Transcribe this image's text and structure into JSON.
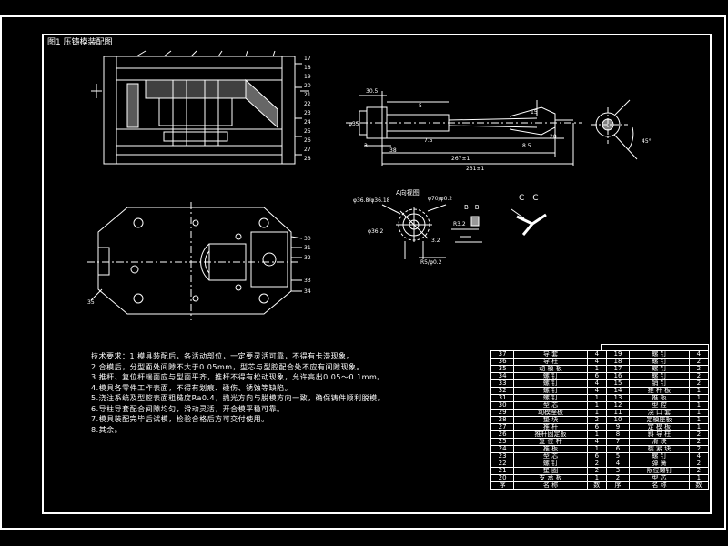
{
  "title_label": "图1 压铸模装配图",
  "section_labels": {
    "a": "A向视图",
    "b": "B－B",
    "c": "C－C"
  },
  "dims": {
    "d1": "30.5",
    "d2": "5",
    "d3": "15",
    "d4": "φ35",
    "d5": "3",
    "d6": "7.5",
    "d7": "20",
    "d8": "8.5",
    "d9": "38",
    "d10": "267±1",
    "d11": "231±1",
    "d12": "45°",
    "d13": "φ36.8/φ36.18",
    "d14": "φ70/φ0.2",
    "d15": "φ36.2",
    "d16": "R3.2",
    "d17": "3.2",
    "d18": "R5/φ0.2"
  },
  "balloons_right": [
    "17",
    "18",
    "19",
    "20",
    "21",
    "22",
    "23",
    "24",
    "25",
    "26",
    "27",
    "28"
  ],
  "balloons_plan": [
    "30",
    "31",
    "32",
    "33",
    "34",
    "35"
  ],
  "notes": [
    "技术要求：1.模具装配后，各活动部位，一定要灵活可靠，不得有卡滞现象。",
    "2.合模后，分型面处间隙不大于0.05mm，型芯与型腔配合处不应有间隙现象。",
    "3.推杆、复位杆端面应与型面平齐，推杆不得有松动现象，允许高出0.05～0.1mm。",
    "4.模具各零件工作表面，不得有划痕、碰伤、锈蚀等缺陷。",
    "5.浇注系统及型腔表面粗糙度Ra0.4，抛光方向与脱模方向一致，确保铸件顺利脱模。",
    "6.导柱导套配合间隙均匀，滑动灵活，开合模平稳可靠。",
    "7.模具装配完毕后试模，检验合格后方可交付使用。",
    "8.其余。"
  ],
  "bom_rows": [
    {
      "a": "37",
      "b": "导 套",
      "c": "4",
      "d": "19",
      "e": "螺 钉",
      "f": "4"
    },
    {
      "a": "36",
      "b": "导 柱",
      "c": "4",
      "d": "18",
      "e": "螺 钉",
      "f": "2"
    },
    {
      "a": "35",
      "b": "动 模 板",
      "c": "1",
      "d": "17",
      "e": "螺 钉",
      "f": "2"
    },
    {
      "a": "34",
      "b": "螺 钉",
      "c": "6",
      "d": "16",
      "e": "螺 钉",
      "f": "2"
    },
    {
      "a": "33",
      "b": "螺 钉",
      "c": "4",
      "d": "15",
      "e": "销 钉",
      "f": "2"
    },
    {
      "a": "32",
      "b": "螺 钉",
      "c": "4",
      "d": "14",
      "e": "推 杆 板",
      "f": "1"
    },
    {
      "a": "31",
      "b": "螺 钉",
      "c": "1",
      "d": "13",
      "e": "推 板",
      "f": "1"
    },
    {
      "a": "30",
      "b": "型 芯",
      "c": "1",
      "d": "12",
      "e": "型 腔",
      "f": "1"
    },
    {
      "a": "29",
      "b": "动模座板",
      "c": "1",
      "d": "11",
      "e": "浇 口 套",
      "f": "1"
    },
    {
      "a": "28",
      "b": "垫 块",
      "c": "2",
      "d": "10",
      "e": "定模座板",
      "f": "1"
    },
    {
      "a": "27",
      "b": "推 杆",
      "c": "6",
      "d": "9",
      "e": "定 模 板",
      "f": "1"
    },
    {
      "a": "26",
      "b": "推杆固定板",
      "c": "1",
      "d": "8",
      "e": "斜 导 柱",
      "f": "2"
    },
    {
      "a": "25",
      "b": "复 位 杆",
      "c": "4",
      "d": "7",
      "e": "滑 块",
      "f": "2"
    },
    {
      "a": "24",
      "b": "推 板",
      "c": "1",
      "d": "6",
      "e": "楔 紧 块",
      "f": "2"
    },
    {
      "a": "23",
      "b": "型 芯",
      "c": "6",
      "d": "5",
      "e": "螺 钉",
      "f": "4"
    },
    {
      "a": "22",
      "b": "螺 钉",
      "c": "2",
      "d": "4",
      "e": "弹 簧",
      "f": "2"
    },
    {
      "a": "21",
      "b": "垫 圈",
      "c": "2",
      "d": "3",
      "e": "限位螺钉",
      "f": "2"
    },
    {
      "a": "20",
      "b": "支 承 板",
      "c": "1",
      "d": "2",
      "e": "型 芯",
      "f": "1"
    },
    {
      "a": "序",
      "b": "名 称",
      "c": "数",
      "d": "序",
      "e": "名 称",
      "f": "数"
    }
  ]
}
